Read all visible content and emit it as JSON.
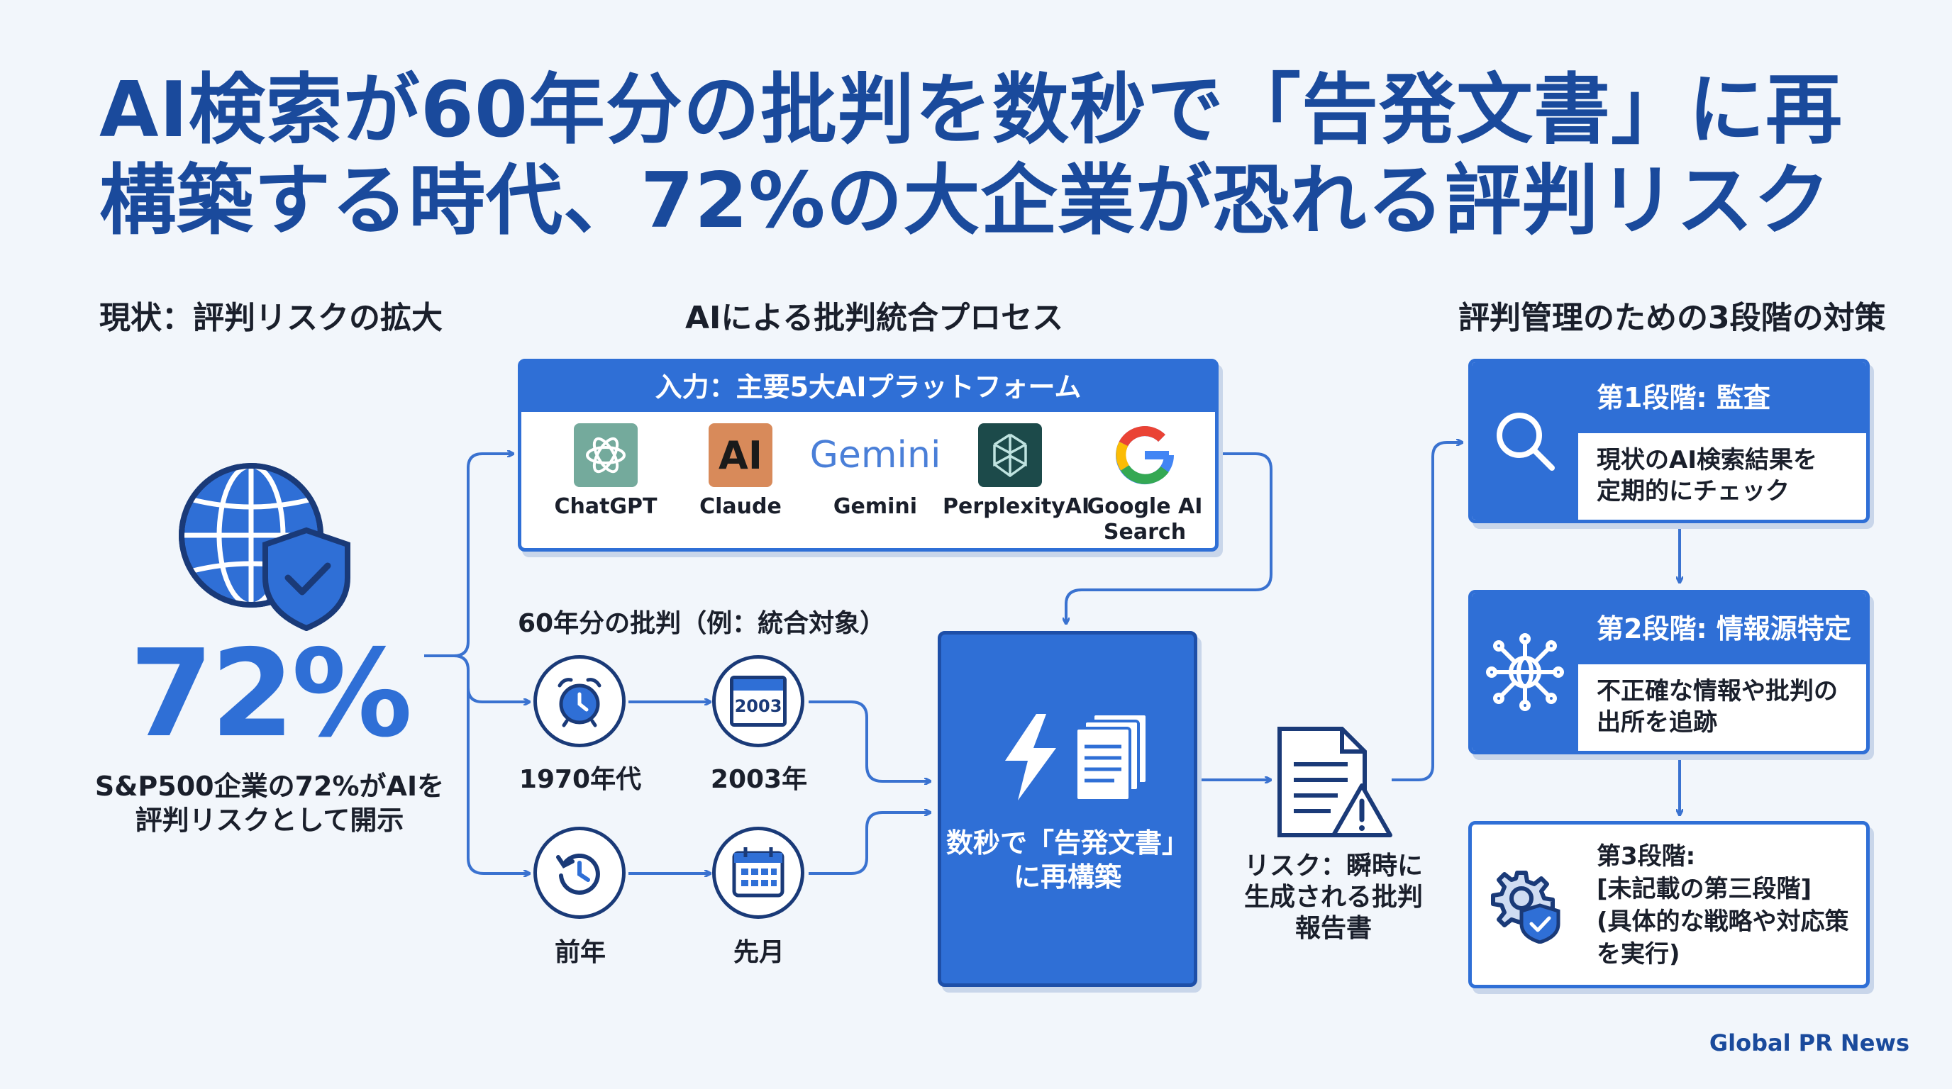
{
  "title": "AI検索が60年分の批判を数秒で「告発文書」に再構築する時代、72%の大企業が恐れる評判リスク",
  "sections": {
    "left_heading": "現状：評判リスクの拡大",
    "center_heading": "AIによる批判統合プロセス",
    "right_heading": "評判管理のための3段階の対策"
  },
  "stat": {
    "value": "72%",
    "caption_line1": "S&P500企業の72%がAIを",
    "caption_line2": "評判リスクとして開示"
  },
  "input": {
    "header": "入力：主要5大AIプラットフォーム",
    "platforms": [
      {
        "name": "ChatGPT",
        "icon": "chatgpt-logo"
      },
      {
        "name": "Claude",
        "icon": "claude-logo",
        "logo_text": "AI"
      },
      {
        "name": "Gemini",
        "icon": "gemini-logo",
        "logo_text": "Gemini"
      },
      {
        "name": "PerplexityAI",
        "icon": "perplexity-logo"
      },
      {
        "name": "Google AI",
        "name2": "Search",
        "icon": "google-logo"
      }
    ]
  },
  "history": {
    "label": "60年分の批判（例：統合対象）",
    "items": [
      {
        "label": "1970年代",
        "icon": "alarm-clock-icon"
      },
      {
        "label": "2003年",
        "icon": "calendar-icon",
        "icon_text": "2003"
      },
      {
        "label": "前年",
        "icon": "history-icon"
      },
      {
        "label": "先月",
        "icon": "calendar-grid-icon"
      }
    ]
  },
  "process": {
    "line1": "数秒で「告発文書」",
    "line2": "に再構築"
  },
  "risk": {
    "line1": "リスク：瞬時に",
    "line2": "生成される批判",
    "line3": "報告書"
  },
  "stages": [
    {
      "title": "第1段階: 監査",
      "desc_line1": "現状のAI検索結果を",
      "desc_line2": "定期的にチェック",
      "icon": "magnifier-icon"
    },
    {
      "title": "第2段階: 情報源特定",
      "desc_line1": "不正確な情報や批判の",
      "desc_line2": "出所を追跡",
      "icon": "network-globe-icon"
    },
    {
      "line1": "第3段階:",
      "line2": "[未記載の第三段階]",
      "line3": "(具体的な戦略や対応策",
      "line4": "を実行)",
      "icon": "gear-shield-icon"
    }
  ],
  "footer": "Global PR News",
  "colors": {
    "primary": "#2f6fd6",
    "title": "#1a4a9c",
    "dark": "#1a3a78",
    "background": "#f2f6fb"
  }
}
